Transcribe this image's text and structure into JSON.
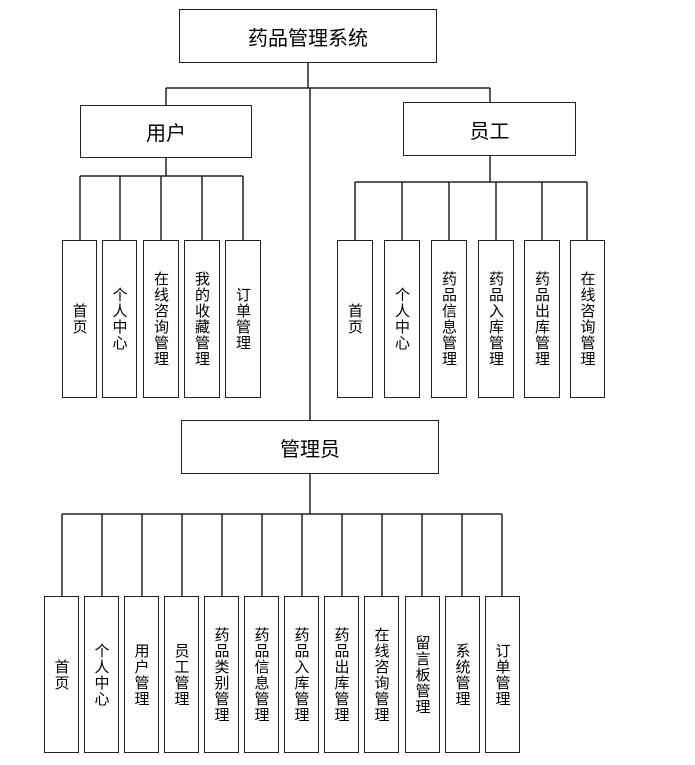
{
  "diagram": {
    "root": {
      "label": "药品管理系统"
    },
    "user": {
      "label": "用户",
      "children": [
        "首页",
        "个人中心",
        "在线咨询管理",
        "我的收藏管理",
        "订单管理"
      ]
    },
    "staff": {
      "label": "员工",
      "children": [
        "首页",
        "个人中心",
        "药品信息管理",
        "药品入库管理",
        "药品出库管理",
        "在线咨询管理"
      ]
    },
    "admin": {
      "label": "管理员",
      "children": [
        "首页",
        "个人中心",
        "用户管理",
        "员工管理",
        "药品类别管理",
        "药品信息管理",
        "药品入库管理",
        "药品出库管理",
        "在线咨询管理",
        "留言板管理",
        "系统管理",
        "订单管理"
      ]
    }
  }
}
